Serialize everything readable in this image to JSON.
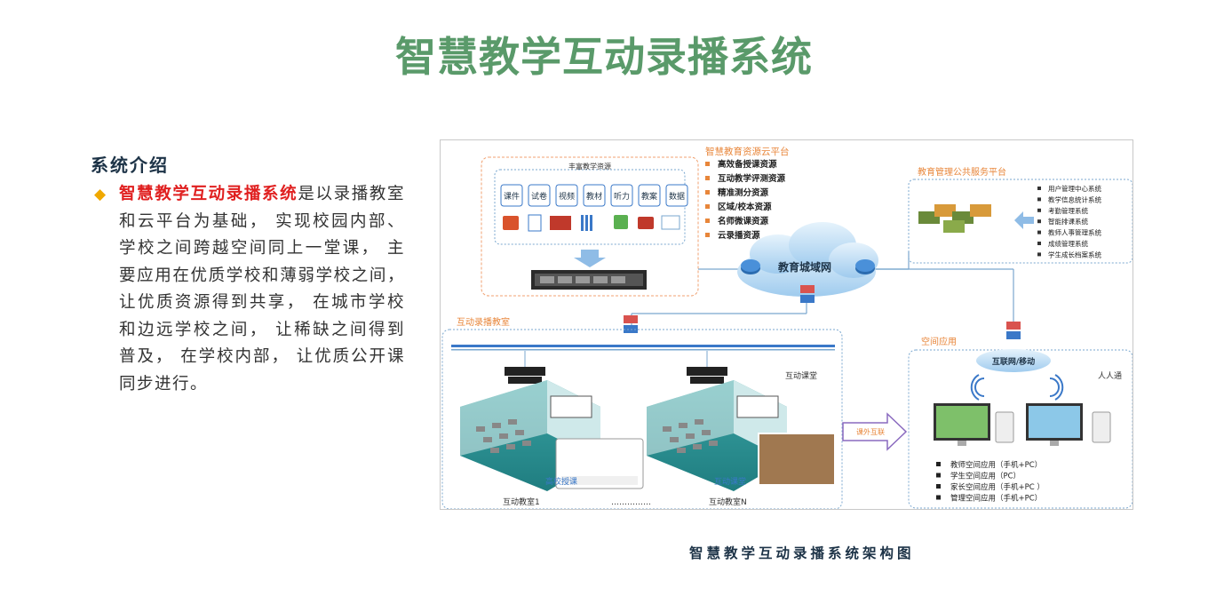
{
  "title": "智慧教学互动录播系统",
  "intro": {
    "heading": "系统介绍",
    "bullet": "◆",
    "highlight": "智慧教学互动录播系统",
    "text": "是以录播教室和云平台为基础， 实现校园内部、 学校之间跨越空间同上一堂课， 主要应用在优质学校和薄弱学校之间， 让优质资源得到共享， 在城市学校和边远学校之间， 让稀缺之间得到普及， 在学校内部， 让优质公开课同步进行。"
  },
  "diagram": {
    "cloud_platform": {
      "title": "智慧教育资源云平台",
      "items": [
        "高效备授课资源",
        "互动教学评测资源",
        "精准测分资源",
        "区域/校本资源",
        "名师微课资源",
        "云录播资源"
      ]
    },
    "resources": {
      "title": "丰富教学资源",
      "tags": [
        "课件",
        "试卷",
        "视频",
        "教材",
        "听力",
        "教案",
        "数据"
      ]
    },
    "network_label": "教育城域网",
    "management": {
      "title": "教育管理公共服务平台",
      "items": [
        "用户管理中心系统",
        "教学信息统计系统",
        "考勤管理系统",
        "智能排课系统",
        "教师人事管理系统",
        "成绩管理系统",
        "学生成长档案系统"
      ]
    },
    "classroom": {
      "title": "互动录播教室",
      "interactive_label": "互动课堂",
      "room_a_screen": "高校授课",
      "room_b_screen": "互动课堂",
      "room_a": "互动教室1",
      "dots": "……………",
      "room_b": "互动教室N"
    },
    "extra_link": "课外互联",
    "space": {
      "title": "空间应用",
      "internet": "互联网/移动",
      "people": "人人通",
      "apps": [
        "教师空间应用（手机+PC）",
        "学生空间应用（PC）",
        "家长空间应用（手机+PC ）",
        "管理空间应用（手机+PC）"
      ]
    },
    "colors": {
      "orange": "#e8863a",
      "blue": "#3a78c8",
      "teal": "#2a8a8a",
      "cloud": "#aad0f0"
    }
  },
  "caption": "智慧教学互动录播系统架构图"
}
